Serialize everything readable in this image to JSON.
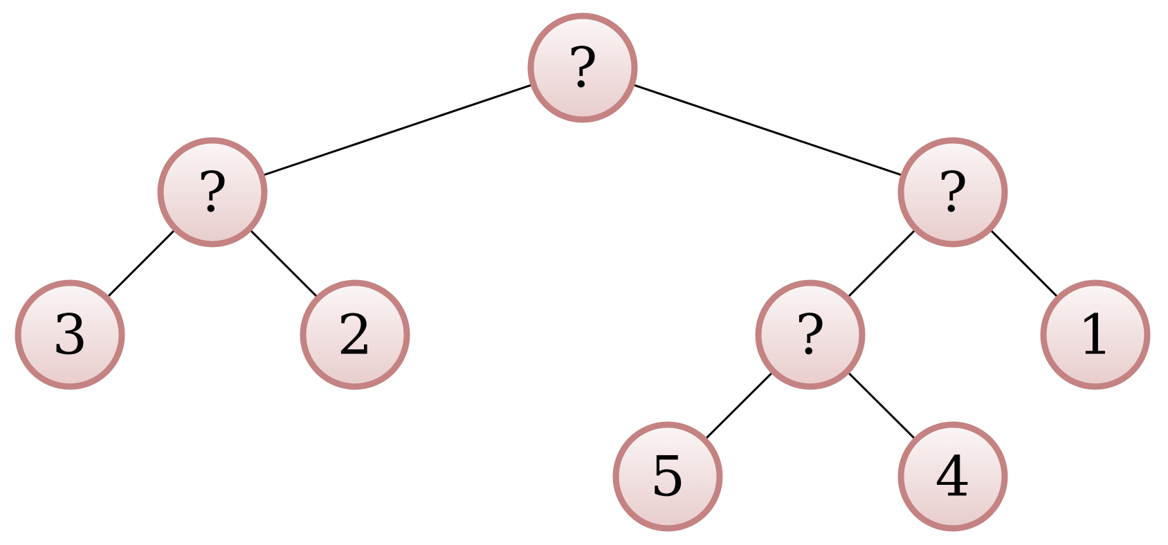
{
  "tree": {
    "colors": {
      "node_border": "#c48282",
      "node_fill_top": "#fbf6f6",
      "node_fill_bottom": "#e8cccc",
      "edge": "#000000"
    },
    "nodes": [
      {
        "id": "root",
        "label": "?"
      },
      {
        "id": "left",
        "label": "?"
      },
      {
        "id": "right",
        "label": "?"
      },
      {
        "id": "leaf-3",
        "label": "3"
      },
      {
        "id": "leaf-2",
        "label": "2"
      },
      {
        "id": "right-left",
        "label": "?"
      },
      {
        "id": "leaf-1",
        "label": "1"
      },
      {
        "id": "leaf-5",
        "label": "5"
      },
      {
        "id": "leaf-4",
        "label": "4"
      }
    ],
    "edges": [
      {
        "from": "root",
        "to": "left"
      },
      {
        "from": "root",
        "to": "right"
      },
      {
        "from": "left",
        "to": "leaf-3"
      },
      {
        "from": "left",
        "to": "leaf-2"
      },
      {
        "from": "right",
        "to": "right-left"
      },
      {
        "from": "right",
        "to": "leaf-1"
      },
      {
        "from": "right-left",
        "to": "leaf-5"
      },
      {
        "from": "right-left",
        "to": "leaf-4"
      }
    ]
  }
}
